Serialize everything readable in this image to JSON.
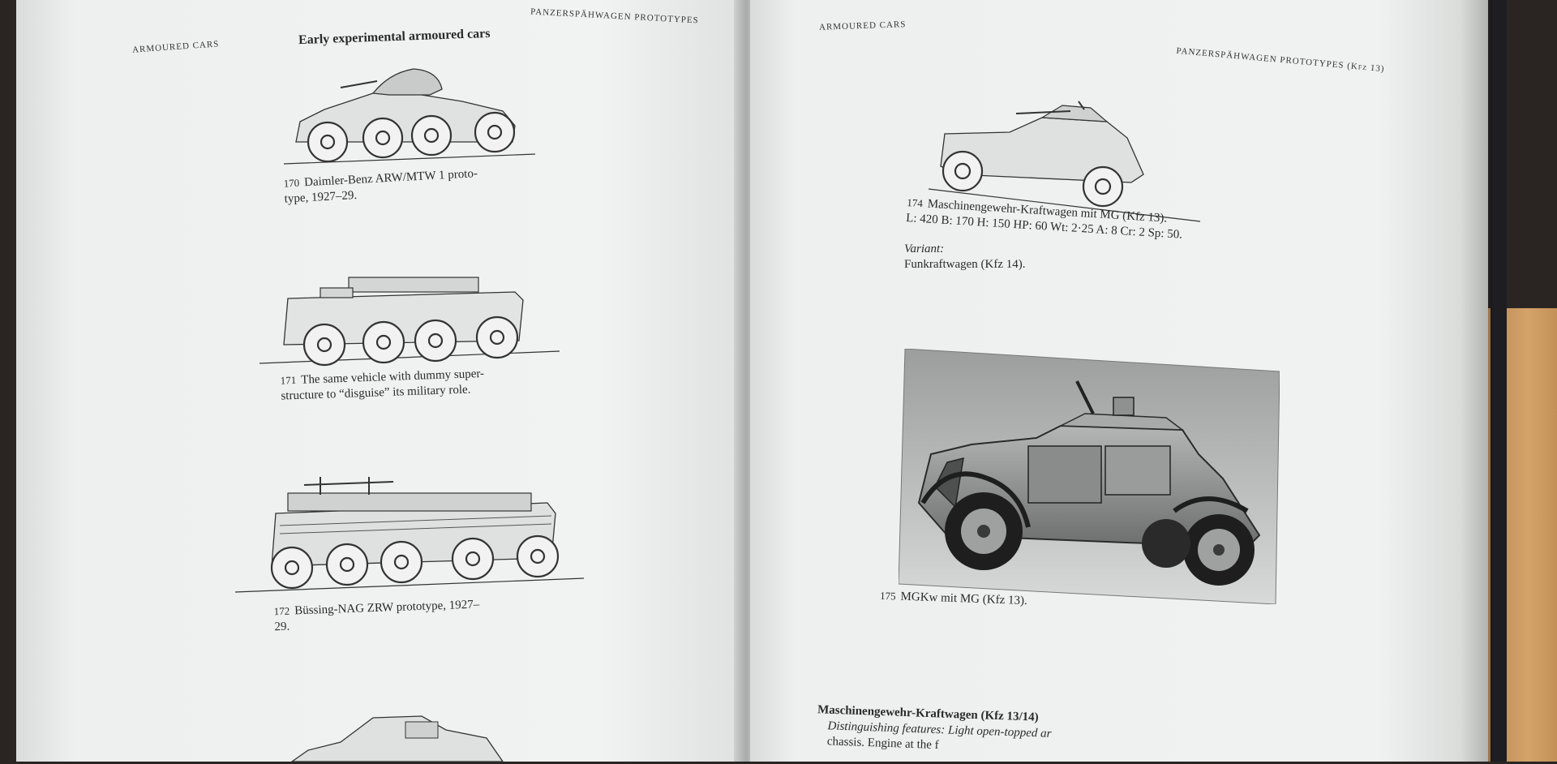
{
  "left_page": {
    "running_head_left": "ARMOURED CARS",
    "running_head_right": "PANZERSPÄHWAGEN PROTOTYPES",
    "heading": "Early experimental armoured cars",
    "captions": [
      {
        "num": "170",
        "line1": "Daimler-Benz ARW/MTW 1 proto-",
        "line2": "type, 1927–29."
      },
      {
        "num": "171",
        "line1": "The same vehicle with dummy super-",
        "line2": "structure to “disguise” its military role."
      },
      {
        "num": "172",
        "line1": "Büssing-NAG ZRW prototype, 1927–",
        "line2": "29."
      }
    ]
  },
  "right_page": {
    "running_head_left": "ARMOURED CARS",
    "running_head_right": "PANZERSPÄHWAGEN PROTOTYPES (Kfz 13)",
    "caption_174": {
      "num": "174",
      "title": "Maschinengewehr-Kraftwagen mit MG (Kfz 13).",
      "specs": "L: 420   B: 170   H: 150   HP: 60   Wt: 2·25   A: 8   Cr: 2   Sp: 50.",
      "variant_label": "Variant:",
      "variant": "Funkraftwagen (Kfz 14)."
    },
    "caption_175": {
      "num": "175",
      "text": "MGKw mit MG (Kfz 13)."
    },
    "section_title": "Maschinengewehr-Kraftwagen (Kfz 13/14)",
    "section_text_1": "Distinguishing features: Light open-topped ar",
    "section_text_2": "chassis. Engine at the f"
  }
}
